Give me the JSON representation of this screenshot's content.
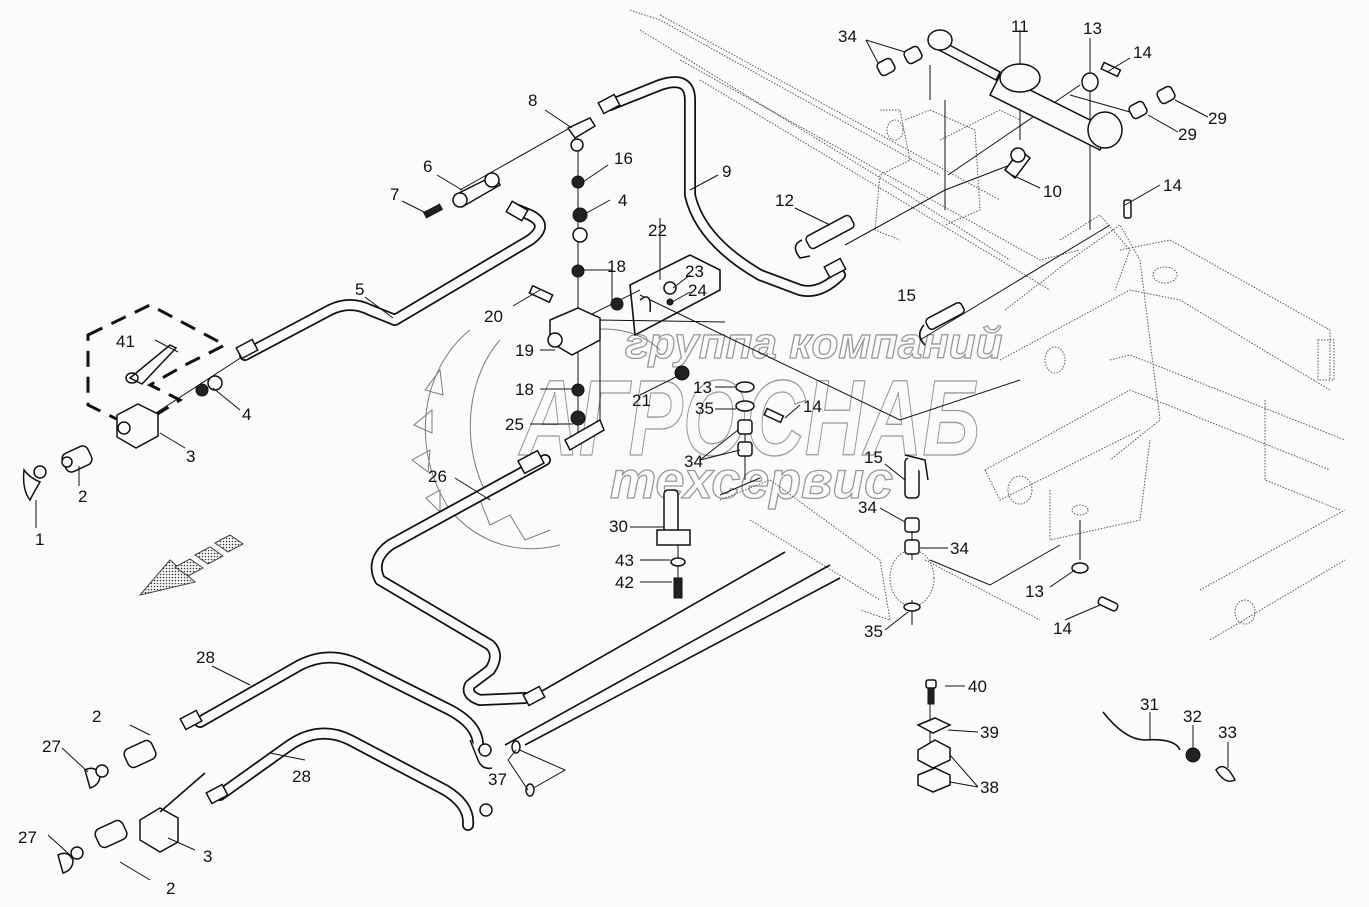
{
  "diagram": {
    "type": "exploded parts diagram",
    "subject": "hydraulic lines and fittings assembly",
    "background_color": "#fbfcfa",
    "line_color": "#111111",
    "watermark": {
      "line1": "группа компаний",
      "line2": "АГРОСНАБ",
      "line3": "техсервис",
      "color": "#777777"
    },
    "direction_indicator": "arrow-down-left-icon",
    "callouts": [
      {
        "id": "c1",
        "label": "1"
      },
      {
        "id": "c2a",
        "label": "2"
      },
      {
        "id": "c2b",
        "label": "2"
      },
      {
        "id": "c2c",
        "label": "2"
      },
      {
        "id": "c3a",
        "label": "3"
      },
      {
        "id": "c3b",
        "label": "3"
      },
      {
        "id": "c4a",
        "label": "4"
      },
      {
        "id": "c4b",
        "label": "4"
      },
      {
        "id": "c5",
        "label": "5"
      },
      {
        "id": "c6",
        "label": "6"
      },
      {
        "id": "c7",
        "label": "7"
      },
      {
        "id": "c8",
        "label": "8"
      },
      {
        "id": "c9",
        "label": "9"
      },
      {
        "id": "c10",
        "label": "10"
      },
      {
        "id": "c11",
        "label": "11"
      },
      {
        "id": "c12",
        "label": "12"
      },
      {
        "id": "c13a",
        "label": "13"
      },
      {
        "id": "c13b",
        "label": "13"
      },
      {
        "id": "c13c",
        "label": "13"
      },
      {
        "id": "c14a",
        "label": "14"
      },
      {
        "id": "c14b",
        "label": "14"
      },
      {
        "id": "c14c",
        "label": "14"
      },
      {
        "id": "c14d",
        "label": "14"
      },
      {
        "id": "c15a",
        "label": "15"
      },
      {
        "id": "c15b",
        "label": "15"
      },
      {
        "id": "c16",
        "label": "16"
      },
      {
        "id": "c18a",
        "label": "18"
      },
      {
        "id": "c18b",
        "label": "18"
      },
      {
        "id": "c19",
        "label": "19"
      },
      {
        "id": "c20",
        "label": "20"
      },
      {
        "id": "c21",
        "label": "21"
      },
      {
        "id": "c22",
        "label": "22"
      },
      {
        "id": "c23",
        "label": "23"
      },
      {
        "id": "c24",
        "label": "24"
      },
      {
        "id": "c25",
        "label": "25"
      },
      {
        "id": "c26",
        "label": "26"
      },
      {
        "id": "c27a",
        "label": "27"
      },
      {
        "id": "c27b",
        "label": "27"
      },
      {
        "id": "c28a",
        "label": "28"
      },
      {
        "id": "c28b",
        "label": "28"
      },
      {
        "id": "c29a",
        "label": "29"
      },
      {
        "id": "c29b",
        "label": "29"
      },
      {
        "id": "c30",
        "label": "30"
      },
      {
        "id": "c31",
        "label": "31"
      },
      {
        "id": "c32",
        "label": "32"
      },
      {
        "id": "c33",
        "label": "33"
      },
      {
        "id": "c34a",
        "label": "34"
      },
      {
        "id": "c34b",
        "label": "34"
      },
      {
        "id": "c34c",
        "label": "34"
      },
      {
        "id": "c34d",
        "label": "34"
      },
      {
        "id": "c35a",
        "label": "35"
      },
      {
        "id": "c35b",
        "label": "35"
      },
      {
        "id": "c37",
        "label": "37"
      },
      {
        "id": "c38",
        "label": "38"
      },
      {
        "id": "c39",
        "label": "39"
      },
      {
        "id": "c40",
        "label": "40"
      },
      {
        "id": "c41",
        "label": "41"
      },
      {
        "id": "c42",
        "label": "42"
      },
      {
        "id": "c43",
        "label": "43"
      }
    ]
  }
}
